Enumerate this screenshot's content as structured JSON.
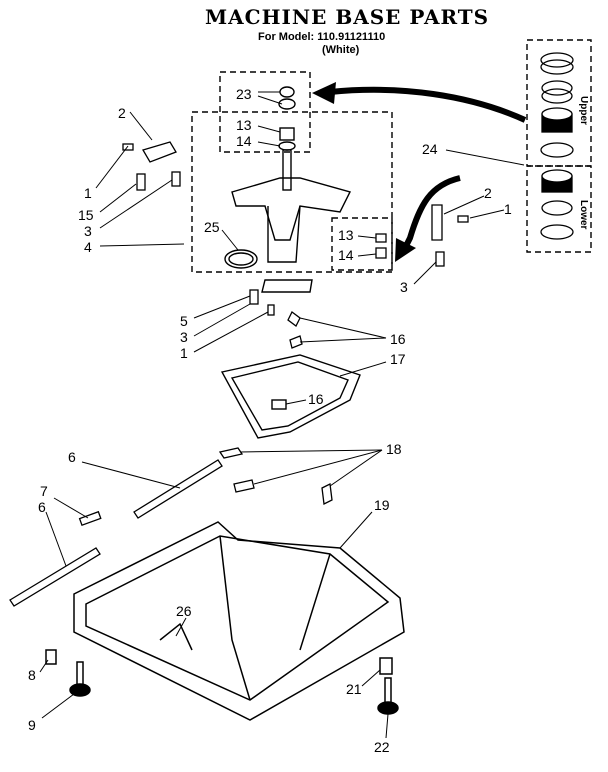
{
  "header": {
    "title": "MACHINE BASE PARTS",
    "model_line": "For Model: 110.91121110",
    "color_line": "(White)"
  },
  "callouts": {
    "c23": "23",
    "c13a": "13",
    "c14a": "14",
    "c2a": "2",
    "c1a": "1",
    "c15": "15",
    "c3a": "3",
    "c4": "4",
    "c25": "25",
    "c13b": "13",
    "c14b": "14",
    "c24": "24",
    "c2b": "2",
    "c1b": "1",
    "c3b": "3",
    "c5": "5",
    "c3c": "3",
    "c1c": "1",
    "c16a": "16",
    "c17": "17",
    "c16b": "16",
    "c18": "18",
    "c6a": "6",
    "c7": "7",
    "c6b": "6",
    "c19": "19",
    "c26": "26",
    "c8": "8",
    "c9": "9",
    "c21": "21",
    "c22": "22"
  },
  "bearing_kit": {
    "upper_label": "Upper",
    "lower_label": "Lower"
  }
}
